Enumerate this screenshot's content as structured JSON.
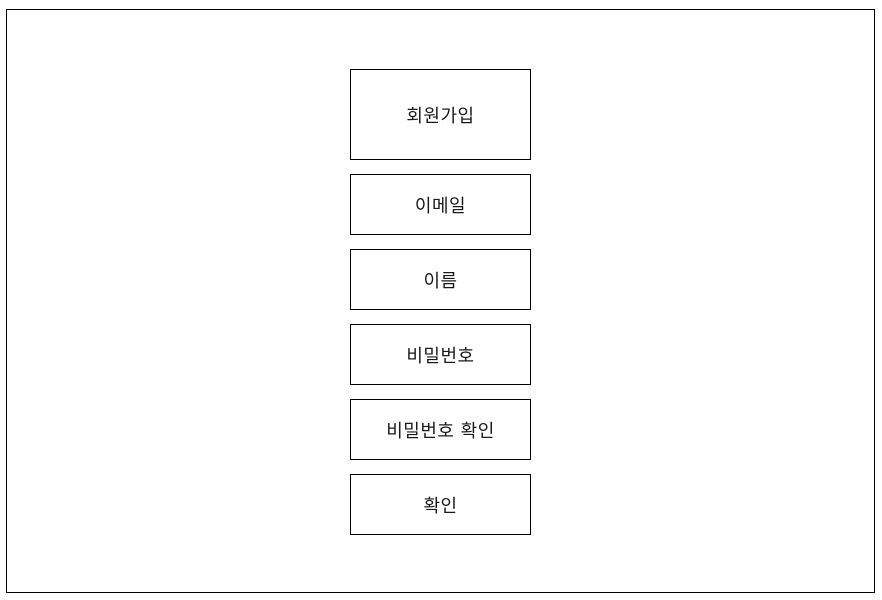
{
  "signup": {
    "title": "회원가입",
    "fields": {
      "email": "이메일",
      "name": "이름",
      "password": "비밀번호",
      "password_confirm": "비밀번호 확인"
    },
    "submit_label": "확인"
  }
}
